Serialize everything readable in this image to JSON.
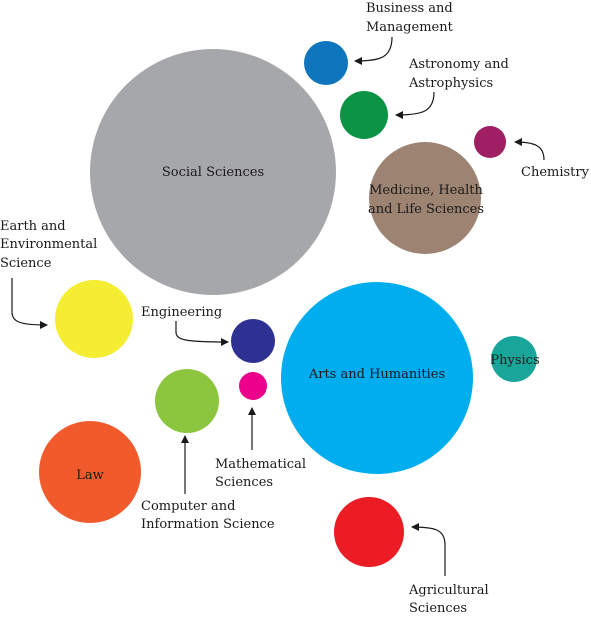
{
  "bubbles": [
    {
      "id": "social-sciences",
      "label": "Social Sciences",
      "color": "#a6a7aa"
    },
    {
      "id": "arts-and-humanities",
      "label": "Arts and Humanities",
      "color": "#00adef"
    },
    {
      "id": "medicine-health-life-sciences",
      "label": "Medicine, Health and Life Sciences",
      "color": "#9d8372"
    },
    {
      "id": "law",
      "label": "Law",
      "color": "#f15a2b"
    },
    {
      "id": "earth-and-environmental-science",
      "label": "Earth and Environmental Science",
      "color": "#f4ed31"
    },
    {
      "id": "computer-and-information-science",
      "label": "Computer and Information Science",
      "color": "#8cc63f"
    },
    {
      "id": "agricultural-sciences",
      "label": "Agricultural Sciences",
      "color": "#ec1c24"
    },
    {
      "id": "physics",
      "label": "Physics",
      "color": "#1aa59a"
    },
    {
      "id": "business-and-management",
      "label": "Business and Management",
      "color": "#0f75bc"
    },
    {
      "id": "astronomy-and-astrophysics",
      "label": "Astronomy and Astrophysics",
      "color": "#0b9444"
    },
    {
      "id": "engineering",
      "label": "Engineering",
      "color": "#2e3191"
    },
    {
      "id": "chemistry",
      "label": "Chemistry",
      "color": "#9e1f63"
    },
    {
      "id": "mathematical-sciences",
      "label": "Mathematical Sciences",
      "color": "#ec008c"
    }
  ],
  "labels": {
    "social_sciences": "Social Sciences",
    "arts_and_humanities": "Arts and Humanities",
    "medicine_line1": "Medicine, Health",
    "medicine_line2": "and Life Sciences",
    "law": "Law",
    "physics": "Physics",
    "business_line1": "Business and",
    "business_line2": "Management",
    "astronomy_line1": "Astronomy and",
    "astronomy_line2": "Astrophysics",
    "chemistry": "Chemistry",
    "earth_line1": "Earth and",
    "earth_line2": "Environmental",
    "earth_line3": "Science",
    "engineering": "Engineering",
    "math_line1": "Mathematical",
    "math_line2": "Sciences",
    "computer_line1": "Computer and",
    "computer_line2": "Information Science",
    "agri_line1": "Agricultural",
    "agri_line2": "Sciences"
  }
}
